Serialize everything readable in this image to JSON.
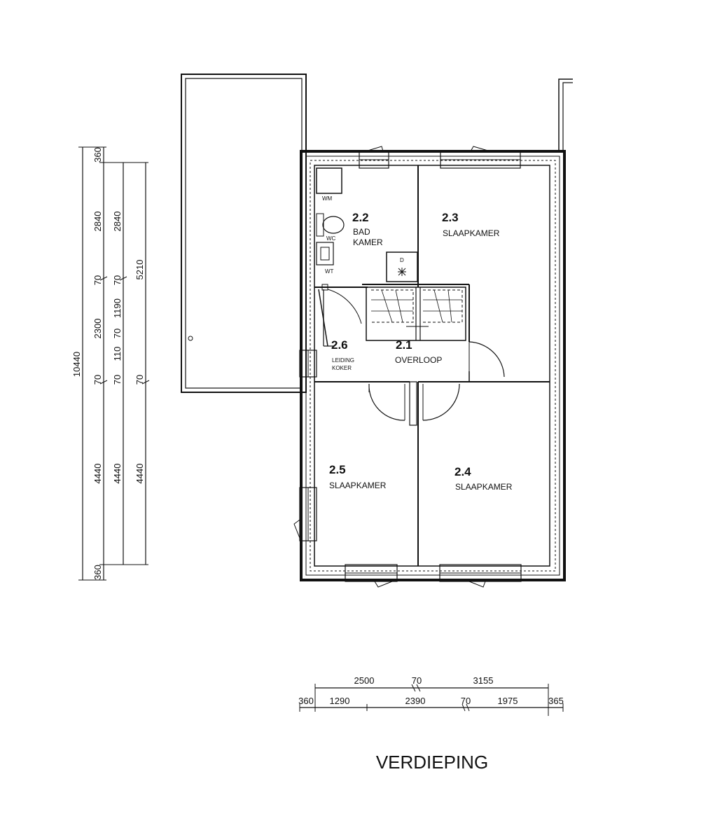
{
  "rooms": [
    {
      "number": "2.2",
      "name": "BAD",
      "name2": "KAMER"
    },
    {
      "number": "2.3",
      "name": "SLAAPKAMER"
    },
    {
      "number": "2.6",
      "name": "LEIDING",
      "name2": "KOKER"
    },
    {
      "number": "2.1",
      "name": "OVERLOOP"
    },
    {
      "number": "2.5",
      "name": "SLAAPKAMER"
    },
    {
      "number": "2.4",
      "name": "SLAAPKAMER"
    }
  ],
  "fixtures": {
    "washer": "WM",
    "toilet": "WC",
    "sink": "WT",
    "drain": "D"
  },
  "dims_left": {
    "col1": [
      "360",
      "2840",
      "70",
      "2300",
      "70",
      "4440",
      "360"
    ],
    "col2": [
      "2840",
      "70",
      "1190",
      "70",
      "110",
      "70",
      "4440"
    ],
    "col3": [
      "5210",
      "70",
      "4440"
    ],
    "overall": "10440"
  },
  "dims_bottom": {
    "row1": [
      "2500",
      "70",
      "3155"
    ],
    "row2": [
      "360",
      "1290",
      "2390",
      "70",
      "1975",
      "365"
    ]
  },
  "title": "VERDIEPING"
}
